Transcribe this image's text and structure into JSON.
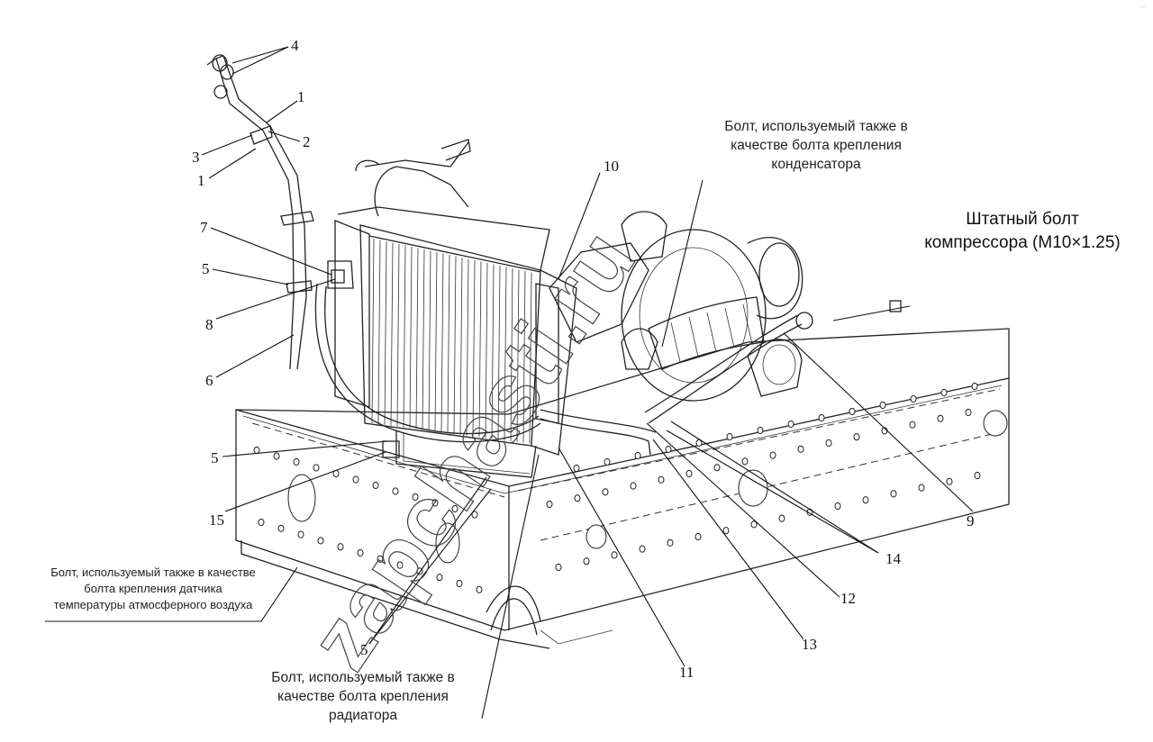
{
  "watermark": "zapchasti.ru",
  "corner_mark": "— ",
  "callout_numbers": {
    "n1a": "1",
    "n1b": "1",
    "n2": "2",
    "n3": "3",
    "n4": "4",
    "n5a": "5",
    "n5b": "5",
    "n5c": "5",
    "n6": "6",
    "n7": "7",
    "n8": "8",
    "n9": "9",
    "n10": "10",
    "n11": "11",
    "n12": "12",
    "n13": "13",
    "n14": "14",
    "n15": "15"
  },
  "captions": {
    "condenser_bolt": [
      "Болт, используемый также в",
      "качестве болта крепления",
      "конденсатора"
    ],
    "compressor_bolt": [
      "Штатный болт",
      "компрессора (М10×1.25)"
    ],
    "sensor_bolt": [
      "Болт, используемый также в качестве",
      "болта крепления датчика",
      "температуры атмосферного воздуха"
    ],
    "radiator_bolt": [
      "Болт, используемый также в",
      "качестве болта крепления",
      "радиатора"
    ]
  }
}
